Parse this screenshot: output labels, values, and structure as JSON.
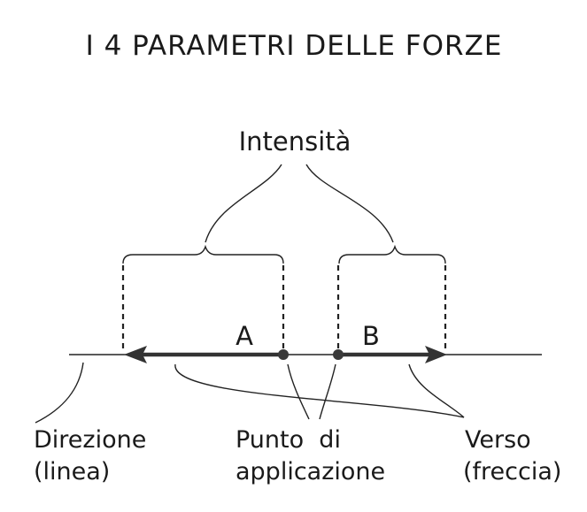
{
  "title": "I 4 PARAMETRI DELLE FORZE",
  "labels": {
    "intensity": "Intensità",
    "vector_a": "A",
    "vector_b": "B",
    "direction_line1": "Direzione",
    "direction_line2": "(linea)",
    "point_line1": "Punto  di",
    "point_line2": "applicazione",
    "verse_line1": "Verso",
    "verse_line2": "(freccia)"
  }
}
